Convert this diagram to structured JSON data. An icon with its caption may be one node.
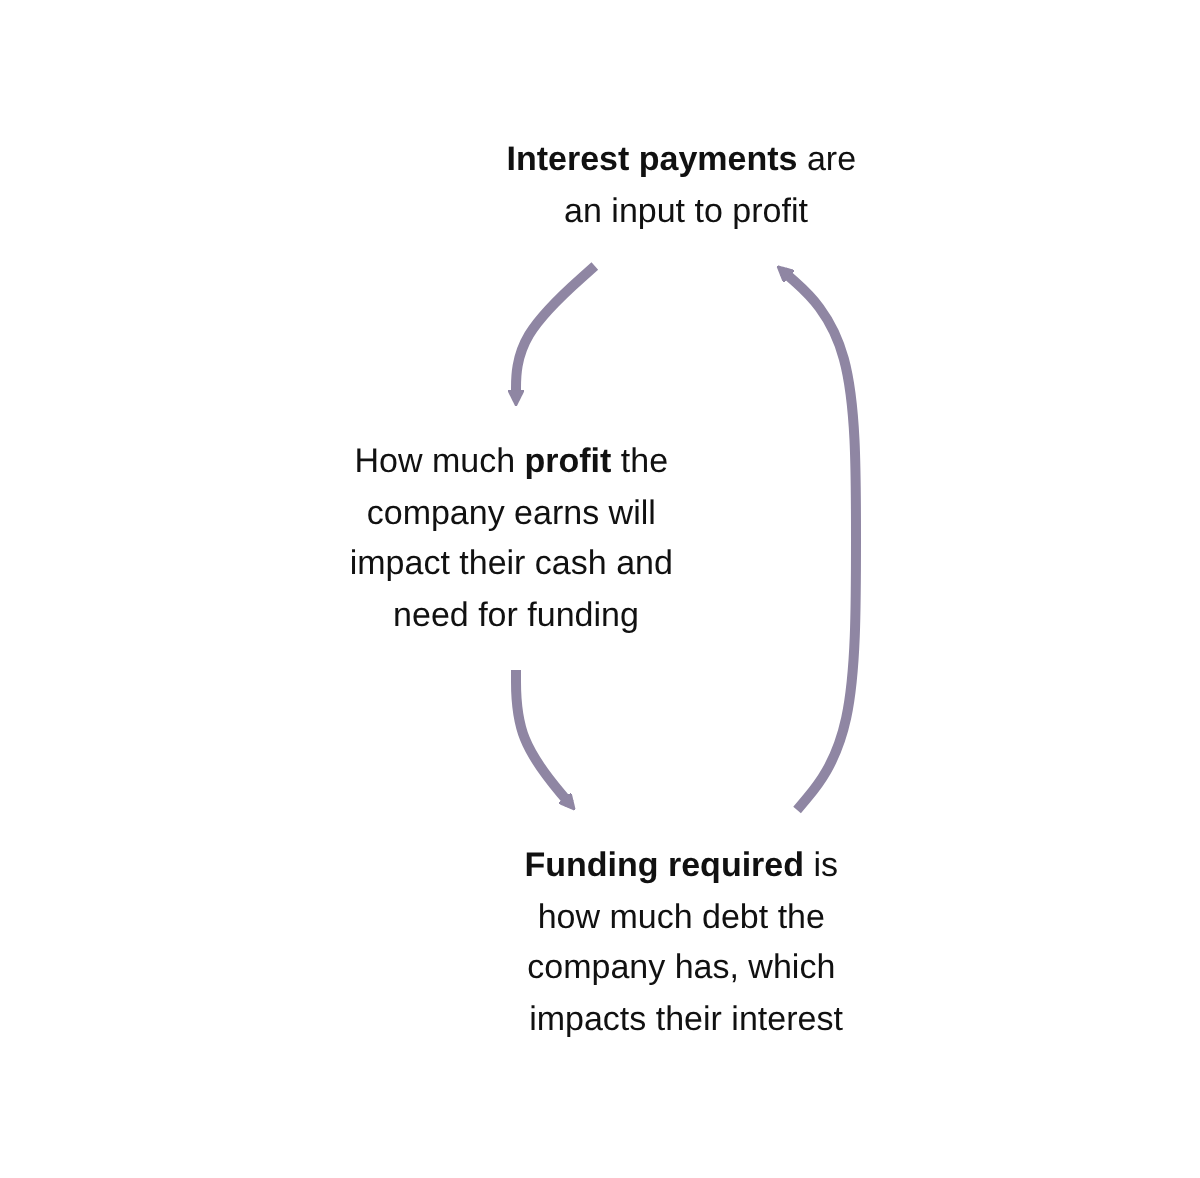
{
  "diagram": {
    "nodes": [
      {
        "text": [
          "**Interest payments** are an input to profit"
        ]
      },
      {
        "text": [
          "How much **profit** the company earns will impact their cash and need for funding"
        ]
      },
      {
        "text": [
          "**Funding required** is how much debt the company has, which impacts their interest"
        ]
      }
    ],
    "edges": [
      {
        "from": 0,
        "to": 1,
        "arrow": "to"
      },
      {
        "from": 1,
        "to": 2,
        "arrow": "to"
      },
      {
        "from": 2,
        "to": 0,
        "arrow": "to"
      }
    ]
  }
}
